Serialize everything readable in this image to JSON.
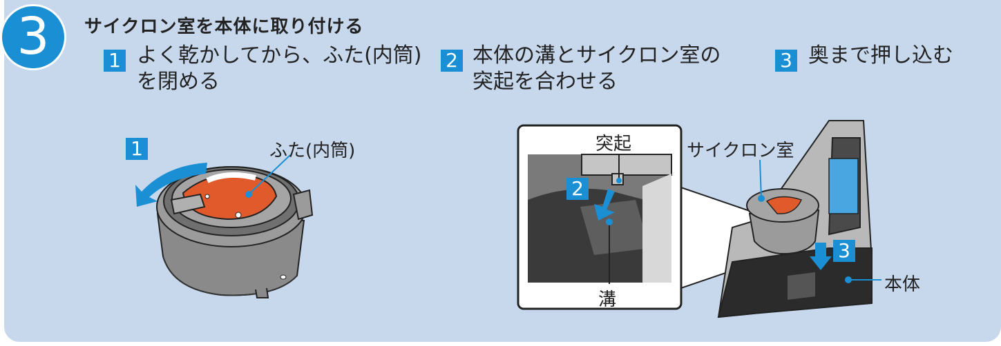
{
  "step_number": "3",
  "title": "サイクロン室を本体に取り付ける",
  "instructions": [
    {
      "num": "1",
      "line1": "よく乾かしてから、ふた(内筒)",
      "line2": "を閉める"
    },
    {
      "num": "2",
      "line1": "本体の溝とサイクロン室の",
      "line2": "突起を合わせる"
    },
    {
      "num": "3",
      "line1": "奥まで押し込む",
      "line2": ""
    }
  ],
  "figure_labels": {
    "left_marker": "1",
    "lid": "ふた(内筒)",
    "protrusion": "突起",
    "groove": "溝",
    "zoom_marker": "2",
    "cyclone": "サイクロン室",
    "push_marker": "3",
    "body": "本体"
  },
  "colors": {
    "panel": "#c7d7ec",
    "accent": "#1a8fd4",
    "lid_orange": "#e05a2b"
  }
}
